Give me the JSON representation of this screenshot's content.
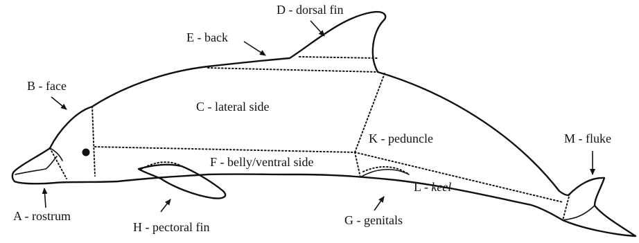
{
  "diagram": {
    "labels": {
      "A": "A - rostrum",
      "B": "B - face",
      "C": "C - lateral side",
      "D": "D - dorsal fin",
      "E": "E - back",
      "F": "F - belly/ventral side",
      "G": "G - genitals",
      "H": "H - pectoral fin",
      "K": "K - peduncle",
      "L_prefix": "L - ",
      "L_word": "keel",
      "M": "M - fluke"
    }
  }
}
